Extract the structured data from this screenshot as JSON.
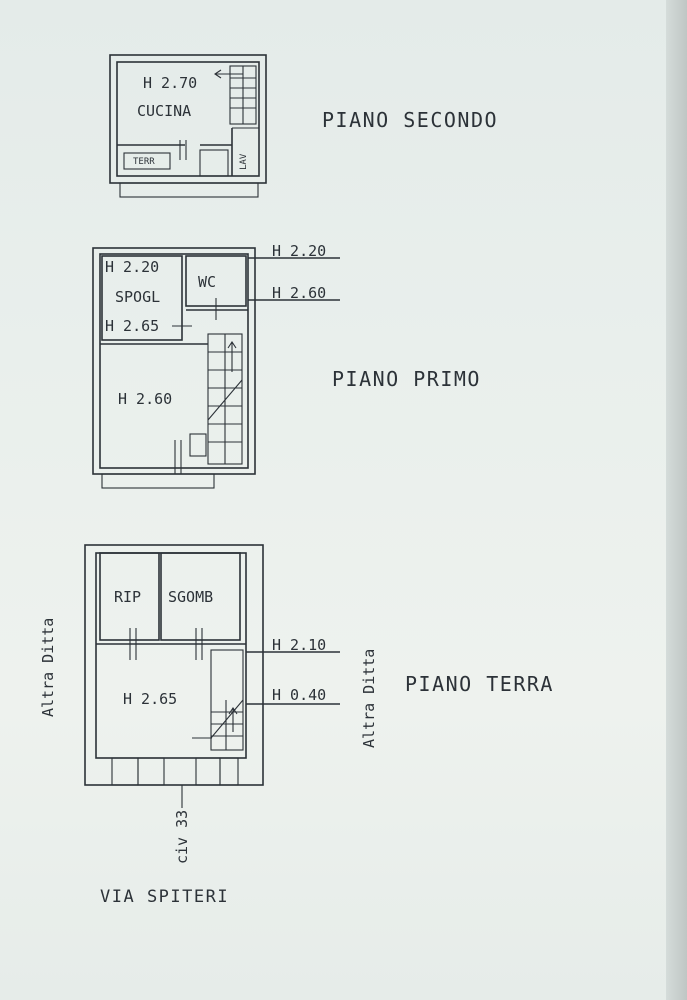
{
  "floors": {
    "second": {
      "title": "PIANO SECONDO",
      "height": "H 2.70",
      "rooms": {
        "kitchen": "CUCINA",
        "terrace": "TERR",
        "laundry": "LAV"
      }
    },
    "first": {
      "title": "PIANO PRIMO",
      "heights": {
        "dressing": "H 2.20",
        "dressing_lower": "H 2.65",
        "main": "H 2.60",
        "ext_top": "H 2.20",
        "ext_wc": "H 2.60"
      },
      "rooms": {
        "dressing": "SPOGL",
        "wc": "WC"
      }
    },
    "ground": {
      "title": "PIANO TERRA",
      "heights": {
        "main": "H 2.65",
        "ext_top": "H 2.10",
        "ext_low": "H 0.40"
      },
      "rooms": {
        "storage": "RIP",
        "junk": "SGOMB"
      },
      "neighbor_left": "Altra Ditta",
      "neighbor_right": "Altra Ditta",
      "civic": "civ 33"
    }
  },
  "street": "VIA SPITERI"
}
